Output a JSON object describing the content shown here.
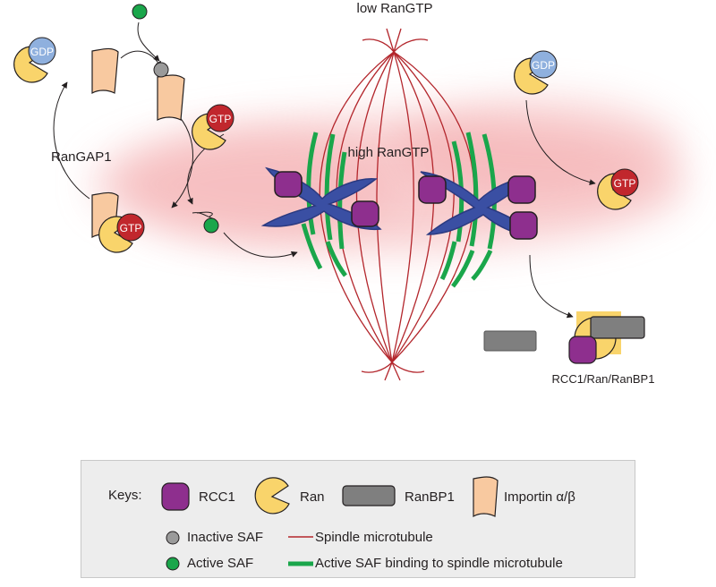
{
  "labels": {
    "low_ran_gtp": "low RanGTP",
    "high_ran_gtp": "high RanGTP",
    "ran_gap1": "RanGAP1",
    "gdp": "GDP",
    "gtp": "GTP",
    "complex": "RCC1/Ran/RanBP1"
  },
  "legend": {
    "title": "Keys:",
    "rcc1": "RCC1",
    "ran": "Ran",
    "ranbp1": "RanBP1",
    "importin": "Importin α/β",
    "inactive_saf": "Inactive SAF",
    "active_saf": "Active SAF",
    "spindle": "Spindle microtubule",
    "saf_binding": "Active SAF binding to spindle microtubule"
  },
  "colors": {
    "ran": "#f9d46b",
    "rcc1": "#8e2f8e",
    "ranbp1": "#7f7f7f",
    "importin": "#f8c9a0",
    "gdp": "#8fb0de",
    "gtp": "#c1272d",
    "active_saf": "#1aa64b",
    "inactive_saf": "#9a9a9a",
    "spindle": "#b3262c",
    "chromosome": "#3a4fa3",
    "gradient": "#f3a6a8"
  }
}
